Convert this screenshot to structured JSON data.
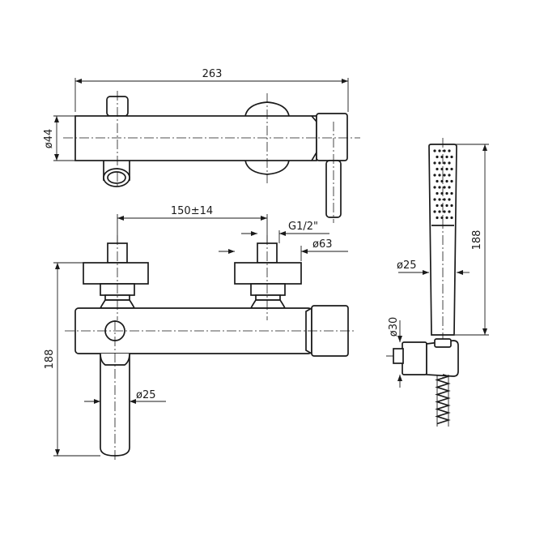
{
  "drawing": {
    "top_view": {
      "width_label": "263",
      "body_diameter_label": "ø44"
    },
    "front_view": {
      "spacing_label": "150±14",
      "thread_label": "G1/2\"",
      "flange_label": "ø63",
      "height_label": "188",
      "spout_diameter_label": "ø25"
    },
    "hand_shower": {
      "length_label": "188",
      "diameter_label": "ø25",
      "holder_label": "ø30"
    }
  },
  "colors": {
    "line": "#1a1a1a",
    "background": "#ffffff"
  }
}
